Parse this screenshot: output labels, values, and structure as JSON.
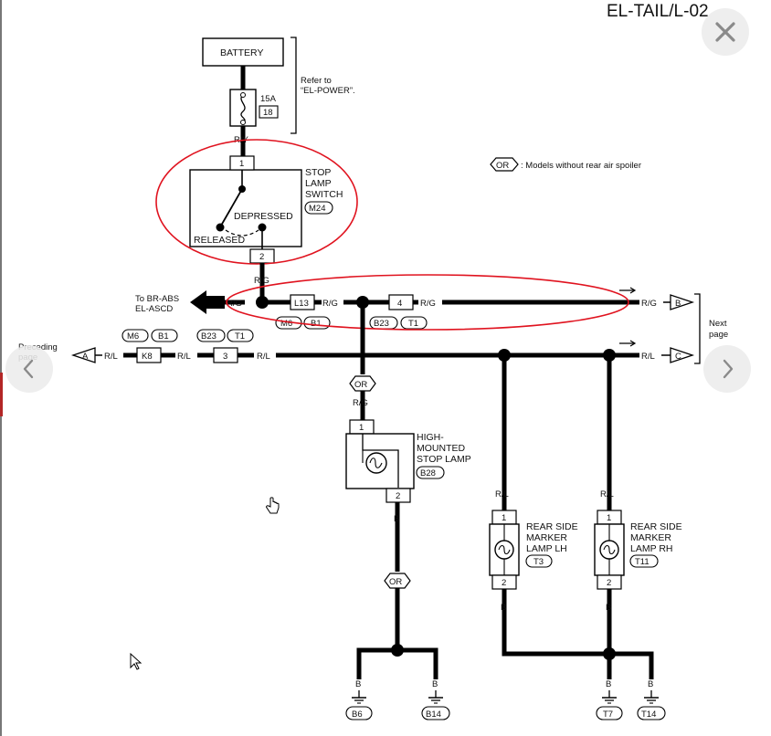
{
  "page_title": "EL-TAIL/L-02",
  "legend": {
    "tag": "OR",
    "text": ": Models without rear air spoiler"
  },
  "battery": {
    "label": "BATTERY",
    "fuse_amps": "15A",
    "fuse_no": "18",
    "refer": [
      "Refer to",
      "“EL-POWER”."
    ]
  },
  "stop_switch": {
    "lines": [
      "STOP",
      "LAMP",
      "SWITCH"
    ],
    "connector": "M24",
    "depressed": "DEPRESSED",
    "released": "RELEASED",
    "pin_top": "1",
    "pin_bottom": "2"
  },
  "wire_colors": {
    "ry": "R/Y",
    "rg": "R/G",
    "rl": "R/L",
    "b": "B"
  },
  "to_abs": [
    "To BR-ABS",
    "EL-ASCD"
  ],
  "connectors": {
    "l13": "L13",
    "pin4": "4",
    "k8": "K8",
    "pin3": "3"
  },
  "connector_tags": {
    "m6": "M6",
    "b1": "B1",
    "b23": "B23",
    "t1": "T1"
  },
  "nav": {
    "next": [
      "Next",
      "page"
    ],
    "preceding": [
      "Preceding",
      "page"
    ],
    "b": "B",
    "c": "C",
    "a": "A"
  },
  "high_mounted": {
    "lines": [
      "HIGH-",
      "MOUNTED",
      "STOP LAMP"
    ],
    "connector": "B28",
    "pin_top": "1",
    "pin_bottom": "2"
  },
  "or_tag": "OR",
  "rear_lh": {
    "lines": [
      "REAR SIDE",
      "MARKER",
      "LAMP LH"
    ],
    "connector": "T3",
    "pin_top": "1",
    "pin_bottom": "2"
  },
  "rear_rh": {
    "lines": [
      "REAR SIDE",
      "MARKER",
      "LAMP RH"
    ],
    "connector": "T11",
    "pin_top": "1",
    "pin_bottom": "2"
  },
  "grounds": [
    "B6",
    "B14",
    "T7",
    "T14"
  ],
  "viewer": {
    "close_icon": "✕",
    "prev_icon": "‹",
    "next_icon": "›"
  },
  "colors": {
    "highlight": "#e0131f",
    "ink": "#000000"
  }
}
